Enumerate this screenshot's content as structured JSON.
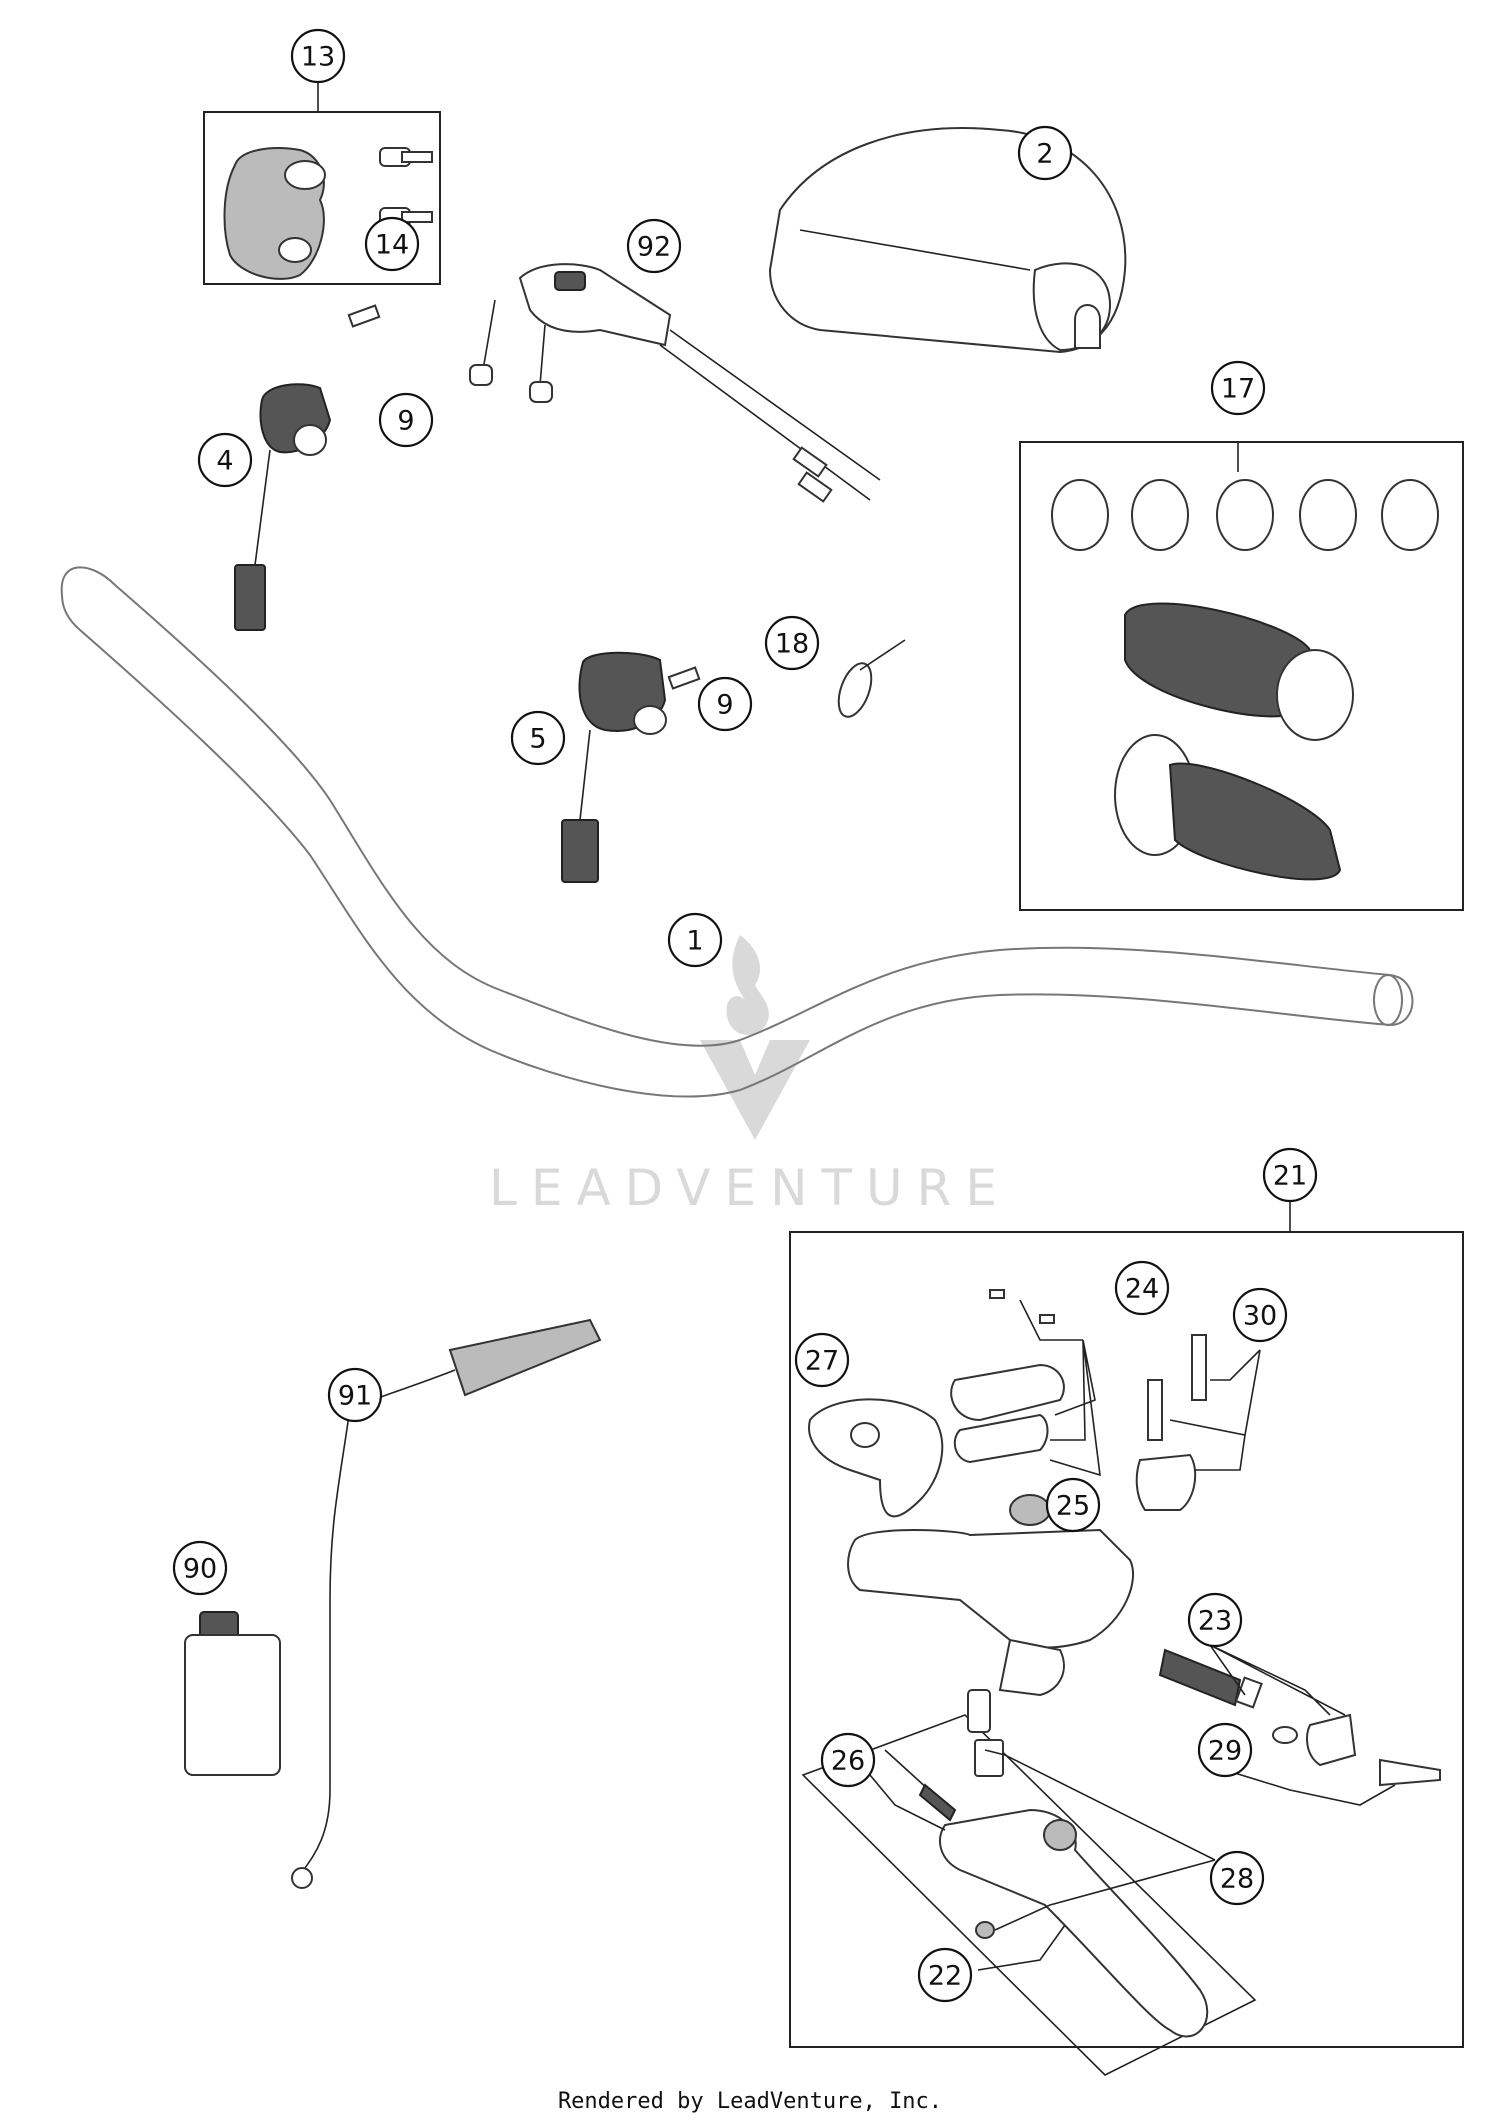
{
  "callouts": {
    "c1": "1",
    "c2": "2",
    "c4": "4",
    "c5": "5",
    "c9a": "9",
    "c9b": "9",
    "c13": "13",
    "c14": "14",
    "c17": "17",
    "c18": "18",
    "c21": "21",
    "c22": "22",
    "c23": "23",
    "c24": "24",
    "c25": "25",
    "c26": "26",
    "c27": "27",
    "c28": "28",
    "c29": "29",
    "c30": "30",
    "c90": "90",
    "c91": "91",
    "c92": "92"
  },
  "watermark": {
    "brand": "LEADVENTURE"
  },
  "footer": {
    "text": "Rendered by LeadVenture, Inc."
  }
}
